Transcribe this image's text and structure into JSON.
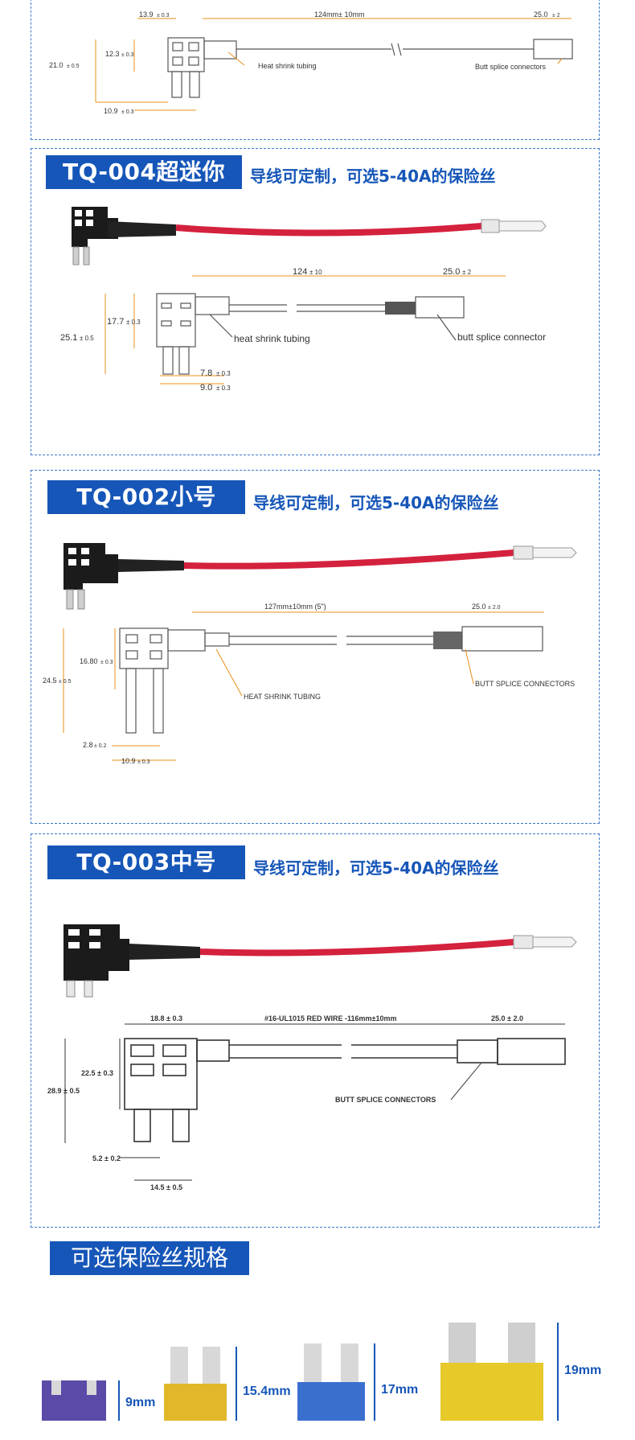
{
  "top_drawing": {
    "dim_a": "13.9",
    "dim_a_tol": "± 0.3",
    "dim_len": "124mm± 10mm",
    "dim_end": "25.0",
    "dim_end_tol": "± 2",
    "dim_h1": "12.3",
    "dim_h1_tol": "± 0.3",
    "dim_h2": "21.0",
    "dim_h2_tol": "± 0.5",
    "dim_w": "10.9",
    "dim_w_tol": "± 0.3",
    "label_tubing": "Heat shrink tubing",
    "label_connector": "Butt splice connectors"
  },
  "sections": [
    {
      "title": "TQ-004超迷你",
      "subtitle": "导线可定制，可选5-40A的保险丝",
      "dims": {
        "len": "124",
        "len_tol": "± 10",
        "end": "25.0",
        "end_tol": "± 2",
        "h_inner": "17.7",
        "h_inner_tol": "± 0.3",
        "h_total": "25.1",
        "h_total_tol": "± 0.5",
        "w1": "7.8",
        "w1_tol": "± 0.3",
        "w2": "9.0",
        "w2_tol": "± 0.3"
      },
      "label_tubing": "heat shrink tubing",
      "label_connector": "butt splice connector"
    },
    {
      "title": "TQ-002小号",
      "subtitle": "导线可定制，可选5-40A的保险丝",
      "dims": {
        "len": "127mm±10mm (5\")",
        "end": "25.0",
        "end_tol": "± 2.0",
        "h_inner": "16.80",
        "h_inner_tol": "± 0.3",
        "h_total": "24.5",
        "h_total_tol": "± 0.5",
        "w1": "2.8",
        "w1_tol": "± 0.2",
        "w2": "10.9",
        "w2_tol": "± 0.3"
      },
      "label_tubing": "HEAT SHRINK TUBING",
      "label_connector": "BUTT SPLICE CONNECTORS"
    },
    {
      "title": "TQ-003中号",
      "subtitle": "导线可定制，可选5-40A的保险丝",
      "dims": {
        "top": "18.8 ± 0.3",
        "len": "#16-UL1015 RED WIRE -116mm±10mm",
        "end": "25.0 ± 2.0",
        "h_inner": "22.5 ± 0.3",
        "h_total": "28.9 ± 0.5",
        "w1": "5.2 ± 0.2",
        "w2": "14.5 ± 0.5"
      },
      "label_connector": "BUTT SPLICE CONNECTORS"
    }
  ],
  "fuse_section": {
    "title": "可选保险丝规格",
    "fuses": [
      {
        "size": "9mm",
        "color": "#5b4aa8"
      },
      {
        "size": "15.4mm",
        "color": "#e2b72a"
      },
      {
        "size": "17mm",
        "color": "#3a6fd0"
      },
      {
        "size": "19mm",
        "color": "#e7c92a"
      }
    ]
  },
  "colors": {
    "accent": "#1656b8",
    "wire": "#d4213d",
    "dimension": "#e8901a"
  }
}
